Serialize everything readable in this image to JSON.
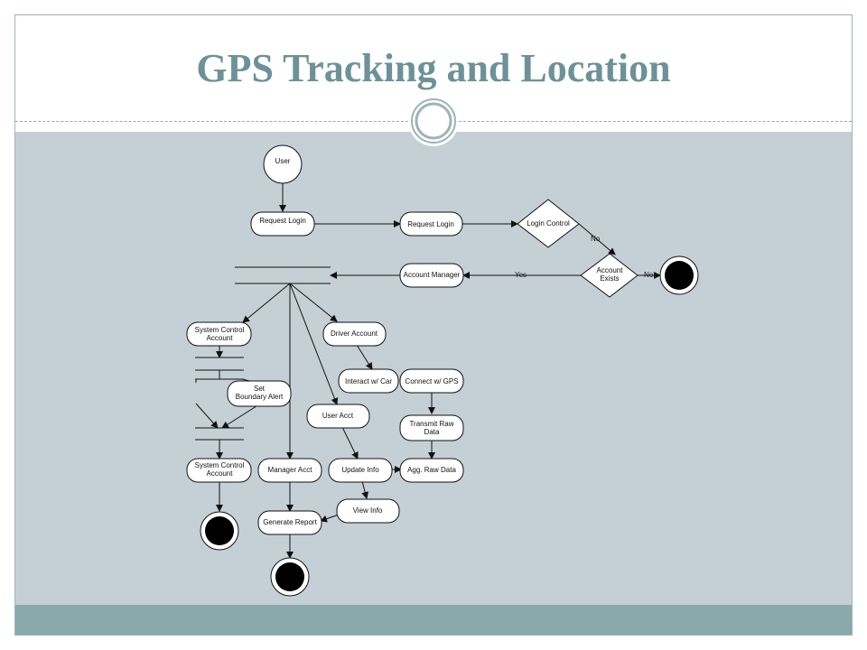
{
  "slide": {
    "title": "GPS Tracking and Location"
  },
  "diagram": {
    "nodes": {
      "user": "User",
      "request_login_1": "Request Login",
      "request_login_2": "Request Login",
      "login_control": "Login Control",
      "account_exists_line1": "Account",
      "account_exists_line2": "Exists",
      "account_manager": "Account Manager",
      "system_control_account_1_line1": "System Control",
      "system_control_account_1_line2": "Account",
      "driver_account": "Driver Account",
      "interact_car": "Interact w/ Car",
      "connect_gps": "Connect w/ GPS",
      "set_boundary_line1": "Set",
      "set_boundary_line2": "Boundary Alert",
      "user_acct": "User Acct",
      "transmit_raw_line1": "Transmit Raw",
      "transmit_raw_line2": "Data",
      "system_control_account_2_line1": "System Control",
      "system_control_account_2_line2": "Account",
      "manager_acct": "Manager Acct",
      "update_info": "Update Info",
      "agg_raw_data": "Agg. Raw Data",
      "view_info": "View Info",
      "generate_report": "Generate Report"
    },
    "edge_labels": {
      "no_1": "No",
      "yes": "Yes",
      "no_2": "No"
    }
  }
}
